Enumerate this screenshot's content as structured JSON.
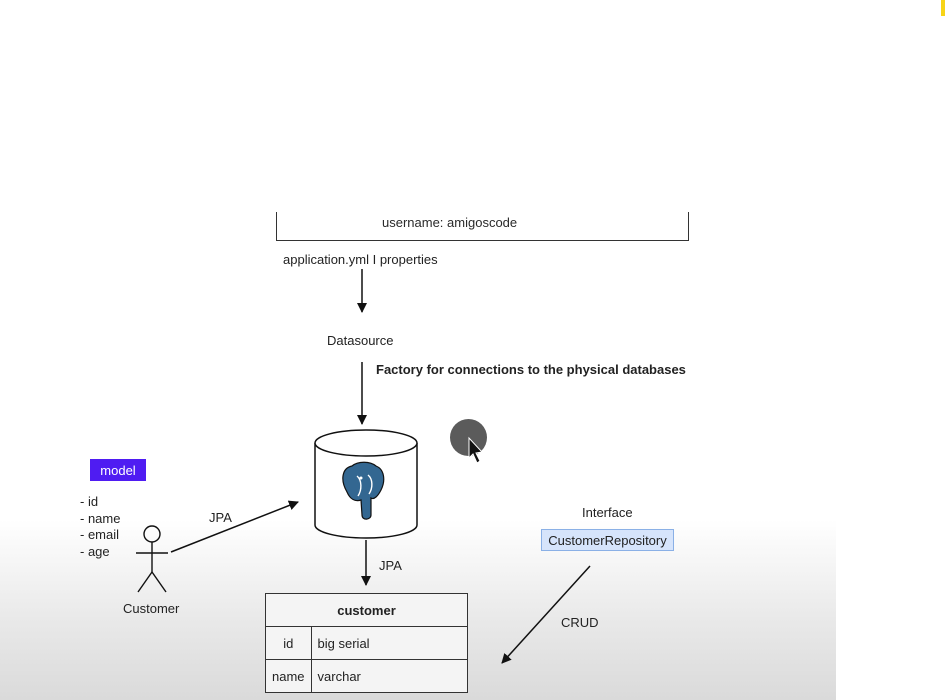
{
  "properties": {
    "username_line": "username: amigoscode",
    "caption": "application.yml I properties"
  },
  "datasource": {
    "label": "Datasource",
    "description": "Factory for connections to the physical databases"
  },
  "database": {
    "icon": "postgresql-elephant-icon",
    "color": "#336791"
  },
  "model": {
    "badge": "model",
    "badge_color": "#4f1cf2",
    "fields": [
      "- id",
      "- name",
      "- email",
      "- age"
    ]
  },
  "actor": {
    "label": "Customer"
  },
  "jpa": {
    "left_label": "JPA",
    "down_label": "JPA"
  },
  "repository": {
    "heading": "Interface",
    "name": "CustomerRepository",
    "fill_color": "#d6e4fb"
  },
  "crud_label": "CRUD",
  "table": {
    "title": "customer",
    "rows": [
      {
        "name": "id",
        "type": "big serial"
      },
      {
        "name": "name",
        "type": "varchar"
      }
    ]
  }
}
